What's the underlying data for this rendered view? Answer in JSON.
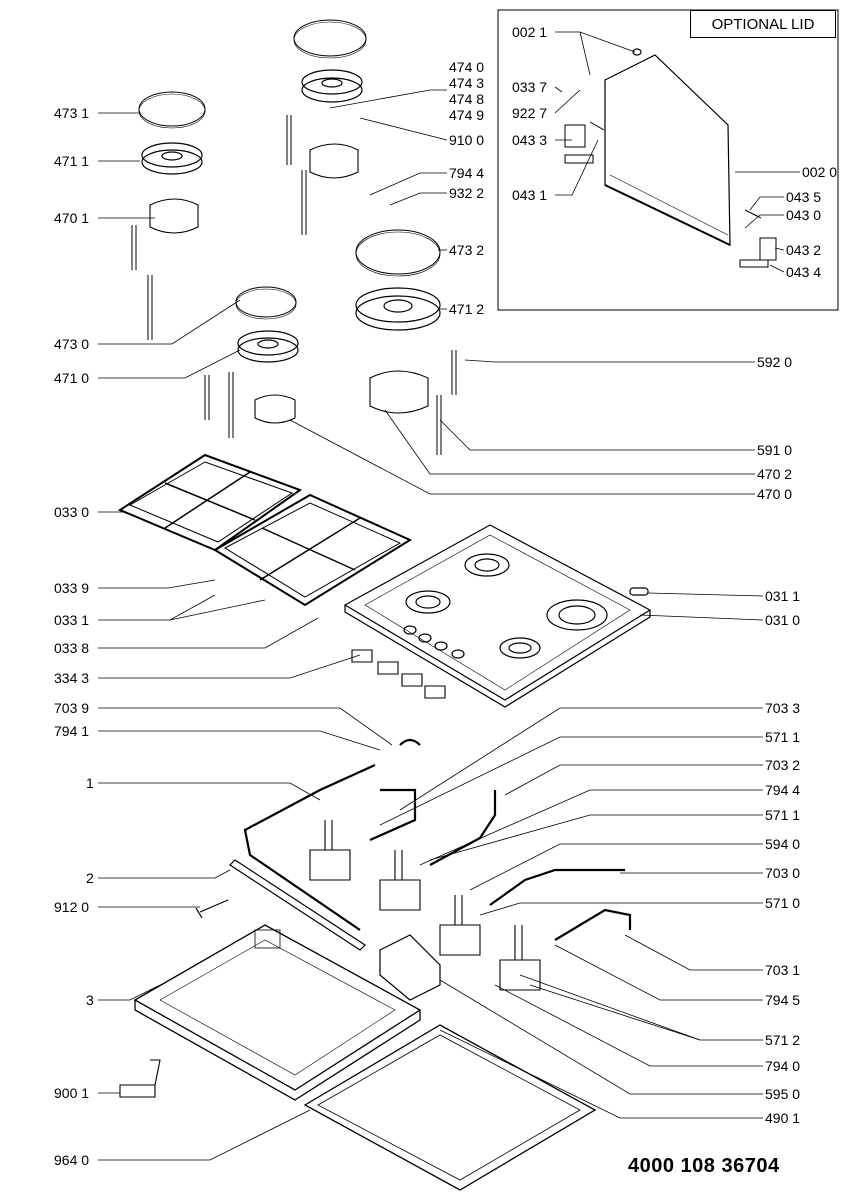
{
  "lid_box_title": "OPTIONAL LID",
  "document_number": "4000 108 36704",
  "labels_left": {
    "l_473_1": "473 1",
    "l_471_1": "471 1",
    "l_470_1": "470 1",
    "l_473_0": "473 0",
    "l_471_0": "471 0",
    "l_033_0": "033 0",
    "l_033_9": "033 9",
    "l_033_1": "033 1",
    "l_033_8": "033 8",
    "l_334_3": "334 3",
    "l_703_9": "703 9",
    "l_794_1": "794 1",
    "l_1": "1",
    "l_2": "2",
    "l_912_0": "912 0",
    "l_3": "3",
    "l_900_1": "900 1",
    "l_964_0": "964 0",
    "l_002_1": "002 1",
    "l_033_7": "033 7",
    "l_922_7": "922 7",
    "l_043_3": "043 3",
    "l_043_1": "043 1"
  },
  "labels_right": {
    "r_474_0": "474 0",
    "r_474_3": "474 3",
    "r_474_8": "474 8",
    "r_474_9": "474 9",
    "r_910_0": "910 0",
    "r_794_4a": "794 4",
    "r_932_2": "932 2",
    "r_473_2": "473 2",
    "r_471_2": "471 2",
    "r_002_0": "002 0",
    "r_043_5": "043 5",
    "r_043_0": "043 0",
    "r_043_2": "043 2",
    "r_043_4": "043 4",
    "r_592_0": "592 0",
    "r_591_0": "591 0",
    "r_470_2": "470 2",
    "r_470_0": "470 0",
    "r_031_1": "031 1",
    "r_031_0": "031 0",
    "r_703_3": "703 3",
    "r_571_1a": "571 1",
    "r_703_2": "703 2",
    "r_794_4b": "794 4",
    "r_571_1b": "571 1",
    "r_594_0": "594 0",
    "r_703_0": "703 0",
    "r_571_0": "571 0",
    "r_703_1": "703 1",
    "r_794_5": "794 5",
    "r_571_2": "571 2",
    "r_794_0": "794 0",
    "r_595_0": "595 0",
    "r_490_1": "490 1"
  }
}
